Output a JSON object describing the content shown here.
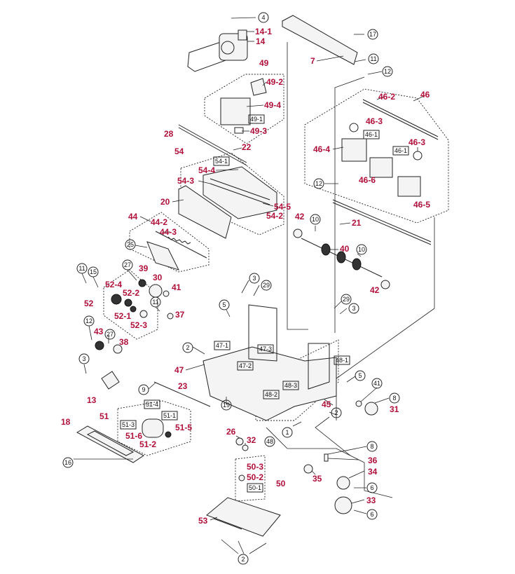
{
  "labels": [
    {
      "id": "14-1",
      "text": "14-1"
    },
    {
      "id": "14",
      "text": "14"
    },
    {
      "id": "7",
      "text": "7"
    },
    {
      "id": "49",
      "text": "49"
    },
    {
      "id": "49-2",
      "text": "49-2"
    },
    {
      "id": "49-4",
      "text": "49-4"
    },
    {
      "id": "49-3",
      "text": "49-3"
    },
    {
      "id": "28",
      "text": "28"
    },
    {
      "id": "46",
      "text": "46"
    },
    {
      "id": "46-2",
      "text": "46-2"
    },
    {
      "id": "46-3a",
      "text": "46-3"
    },
    {
      "id": "46-4",
      "text": "46-4"
    },
    {
      "id": "46-3b",
      "text": "46-3"
    },
    {
      "id": "46-6",
      "text": "46-6"
    },
    {
      "id": "46-5",
      "text": "46-5"
    },
    {
      "id": "54",
      "text": "54"
    },
    {
      "id": "22",
      "text": "22"
    },
    {
      "id": "54-4",
      "text": "54-4"
    },
    {
      "id": "54-3",
      "text": "54-3"
    },
    {
      "id": "20",
      "text": "20"
    },
    {
      "id": "54-5",
      "text": "54-5"
    },
    {
      "id": "54-2",
      "text": "54-2"
    },
    {
      "id": "42a",
      "text": "42"
    },
    {
      "id": "21",
      "text": "21"
    },
    {
      "id": "44",
      "text": "44"
    },
    {
      "id": "44-2",
      "text": "44-2"
    },
    {
      "id": "44-3",
      "text": "44-3"
    },
    {
      "id": "40",
      "text": "40"
    },
    {
      "id": "42b",
      "text": "42"
    },
    {
      "id": "39",
      "text": "39"
    },
    {
      "id": "30",
      "text": "30"
    },
    {
      "id": "52-4",
      "text": "52-4"
    },
    {
      "id": "52-2",
      "text": "52-2"
    },
    {
      "id": "52",
      "text": "52"
    },
    {
      "id": "52-1",
      "text": "52-1"
    },
    {
      "id": "52-3",
      "text": "52-3"
    },
    {
      "id": "41a",
      "text": "41"
    },
    {
      "id": "37",
      "text": "37"
    },
    {
      "id": "43",
      "text": "43"
    },
    {
      "id": "38",
      "text": "38"
    },
    {
      "id": "47",
      "text": "47"
    },
    {
      "id": "23",
      "text": "23"
    },
    {
      "id": "13",
      "text": "13"
    },
    {
      "id": "51",
      "text": "51"
    },
    {
      "id": "51-6",
      "text": "51-6"
    },
    {
      "id": "51-5",
      "text": "51-5"
    },
    {
      "id": "51-2",
      "text": "51-2"
    },
    {
      "id": "18",
      "text": "18"
    },
    {
      "id": "45",
      "text": "45"
    },
    {
      "id": "31",
      "text": "31"
    },
    {
      "id": "26",
      "text": "26"
    },
    {
      "id": "32",
      "text": "32"
    },
    {
      "id": "50-3",
      "text": "50-3"
    },
    {
      "id": "50-2",
      "text": "50-2"
    },
    {
      "id": "50",
      "text": "50"
    },
    {
      "id": "36",
      "text": "36"
    },
    {
      "id": "34",
      "text": "34"
    },
    {
      "id": "35",
      "text": "35"
    },
    {
      "id": "33",
      "text": "33"
    },
    {
      "id": "53",
      "text": "53"
    }
  ],
  "circles": [
    {
      "id": "c4",
      "text": "4"
    },
    {
      "id": "c17",
      "text": "17"
    },
    {
      "id": "c11a",
      "text": "11"
    },
    {
      "id": "c12a",
      "text": "12"
    },
    {
      "id": "c12b",
      "text": "12"
    },
    {
      "id": "c10a",
      "text": "10"
    },
    {
      "id": "c10b",
      "text": "10"
    },
    {
      "id": "c25",
      "text": "25"
    },
    {
      "id": "c27a",
      "text": "27"
    },
    {
      "id": "c11b",
      "text": "11"
    },
    {
      "id": "c15",
      "text": "15"
    },
    {
      "id": "c3a",
      "text": "3"
    },
    {
      "id": "c29a",
      "text": "29"
    },
    {
      "id": "c11c",
      "text": "11"
    },
    {
      "id": "c5a",
      "text": "5"
    },
    {
      "id": "c29b",
      "text": "29"
    },
    {
      "id": "c3b",
      "text": "3"
    },
    {
      "id": "c12c",
      "text": "12"
    },
    {
      "id": "c27b",
      "text": "27"
    },
    {
      "id": "c2a",
      "text": "2"
    },
    {
      "id": "c3c",
      "text": "3"
    },
    {
      "id": "c9",
      "text": "9"
    },
    {
      "id": "c5b",
      "text": "5"
    },
    {
      "id": "c41b",
      "text": "41"
    },
    {
      "id": "c8a",
      "text": "8"
    },
    {
      "id": "c19",
      "text": "19"
    },
    {
      "id": "c2b",
      "text": "2"
    },
    {
      "id": "c1",
      "text": "1"
    },
    {
      "id": "c16",
      "text": "16"
    },
    {
      "id": "c48",
      "text": "48"
    },
    {
      "id": "c8b",
      "text": "8"
    },
    {
      "id": "c6a",
      "text": "6"
    },
    {
      "id": "c6b",
      "text": "6"
    },
    {
      "id": "c2c",
      "text": "2"
    }
  ],
  "boxes": [
    {
      "id": "b49-1",
      "text": "49-1"
    },
    {
      "id": "b46-1a",
      "text": "46-1"
    },
    {
      "id": "b46-1b",
      "text": "46-1"
    },
    {
      "id": "b54-1",
      "text": "54-1"
    },
    {
      "id": "b47-1",
      "text": "47-1"
    },
    {
      "id": "b47-3",
      "text": "47-3"
    },
    {
      "id": "b47-2",
      "text": "47-2"
    },
    {
      "id": "b48-1",
      "text": "48-1"
    },
    {
      "id": "b48-3",
      "text": "48-3"
    },
    {
      "id": "b48-2",
      "text": "48-2"
    },
    {
      "id": "b51-4",
      "text": "51-4"
    },
    {
      "id": "b51-1",
      "text": "51-1"
    },
    {
      "id": "b51-3",
      "text": "51-3"
    },
    {
      "id": "b50-1",
      "text": "50-1"
    }
  ]
}
